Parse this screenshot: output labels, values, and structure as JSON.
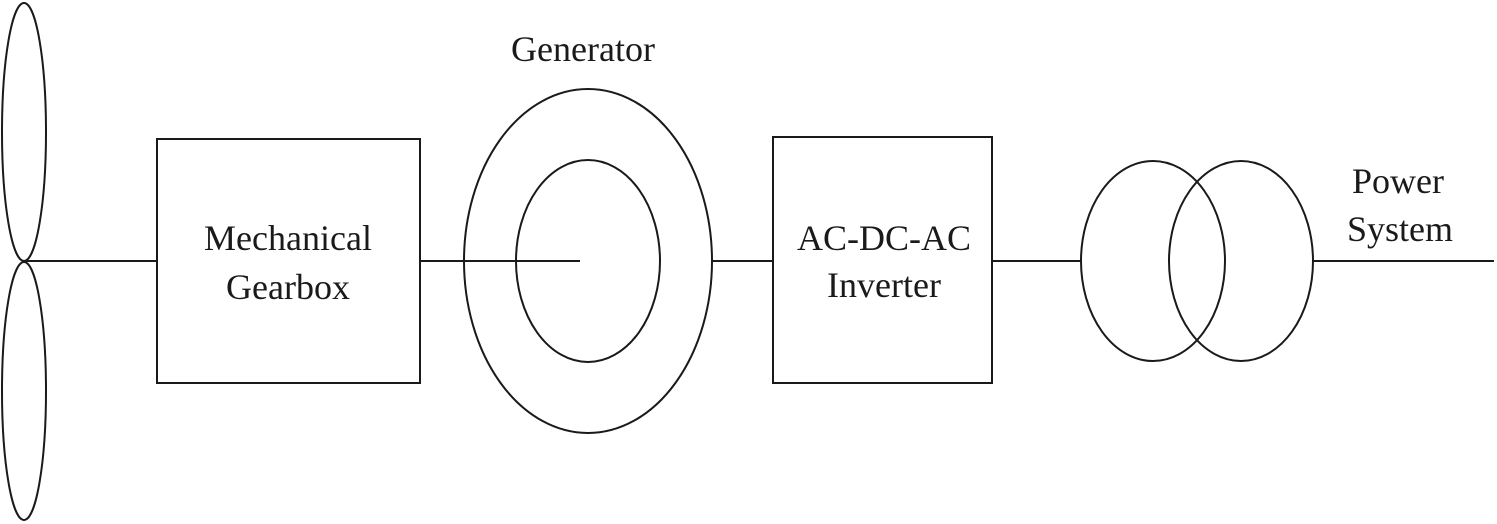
{
  "diagram": {
    "generator_label": "Generator",
    "gearbox_label_line1": "Mechanical",
    "gearbox_label_line2": "Gearbox",
    "inverter_label_line1": "AC-DC-AC",
    "inverter_label_line2": "Inverter",
    "power_system_label_line1": "Power",
    "power_system_label_line2": "System",
    "colors": {
      "stroke": "#1a1a1a",
      "background": "#ffffff"
    }
  }
}
